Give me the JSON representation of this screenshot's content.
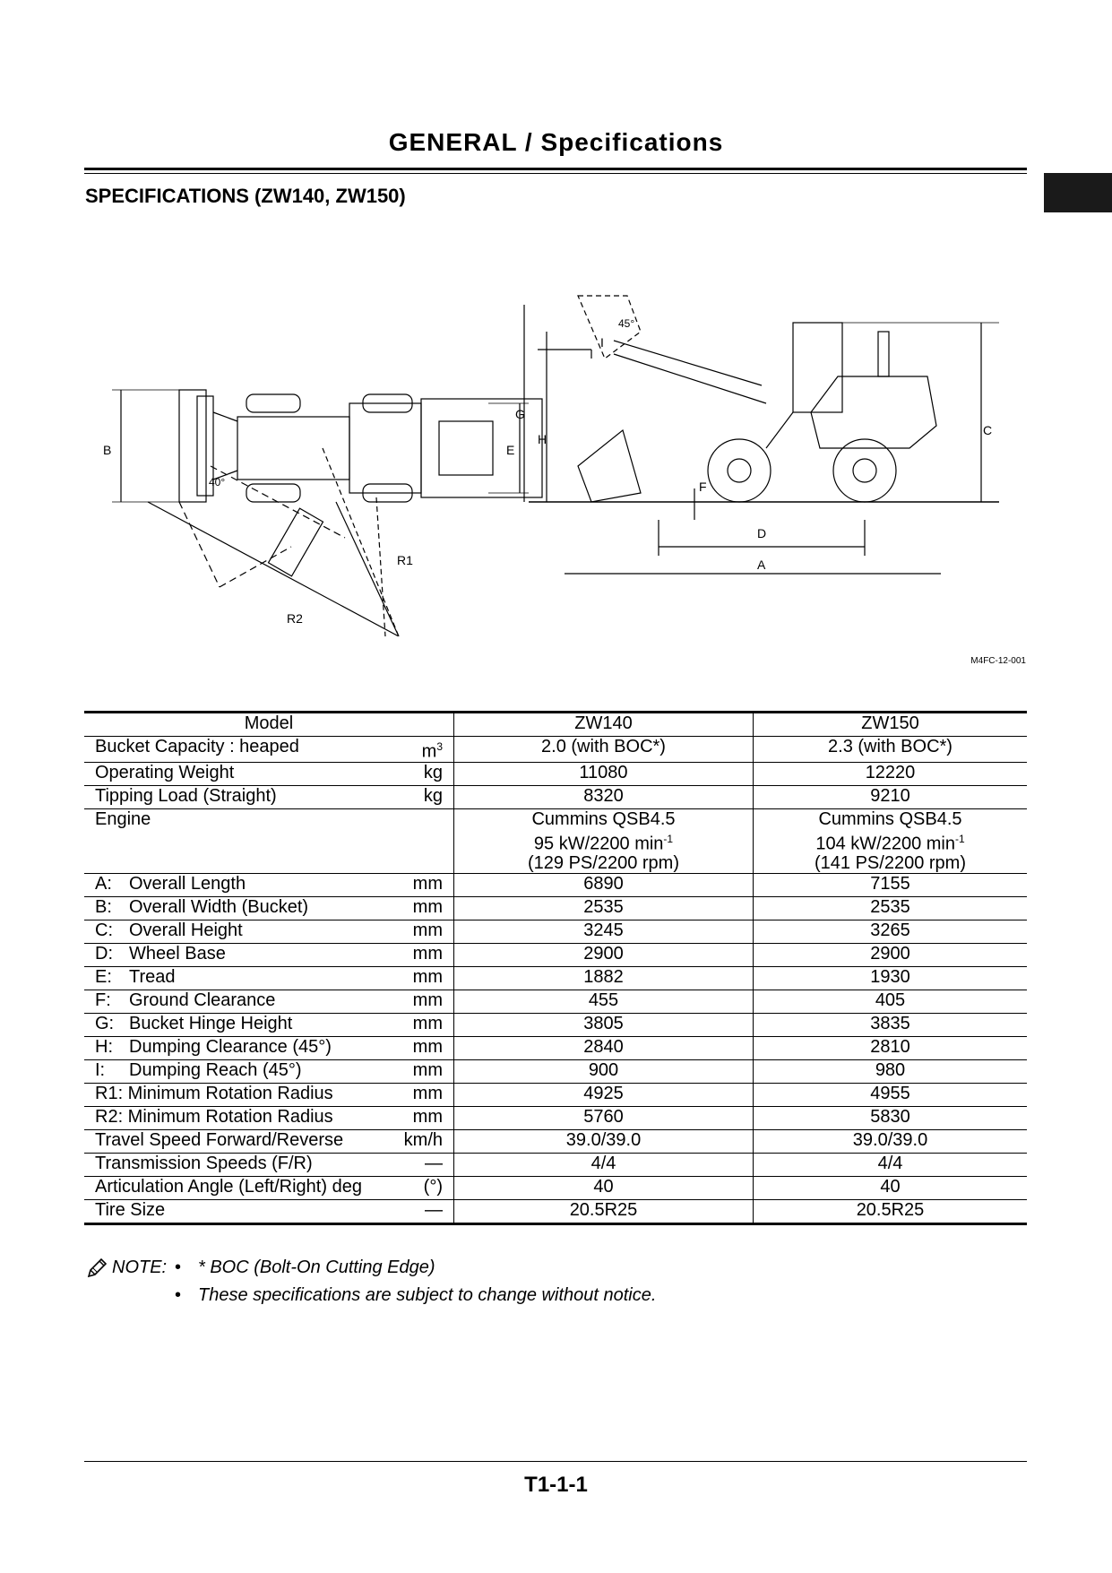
{
  "header": {
    "title": "GENERAL / Specifications"
  },
  "section_title": "SPECIFICATIONS (ZW140,  ZW150)",
  "figure": {
    "labels": {
      "A": "A",
      "B": "B",
      "C": "C",
      "D": "D",
      "E": "E",
      "F": "F",
      "G": "G",
      "H": "H",
      "I": "I",
      "R1": "R1",
      "R2": "R2",
      "angle40": "40°",
      "angle45": "45°"
    },
    "code": "M4FC-12-001"
  },
  "table": {
    "header": {
      "model": "Model",
      "col1": "ZW140",
      "col2": "ZW150"
    },
    "rows": [
      {
        "code": "",
        "label": "Bucket Capacity : heaped",
        "unit": "m",
        "unit_sup": "3",
        "v1": "2.0 (with BOC*)",
        "v2": "2.3 (with BOC*)"
      },
      {
        "code": "",
        "label": "Operating Weight",
        "unit": "kg",
        "unit_sup": "",
        "v1": "11080",
        "v2": "12220"
      },
      {
        "code": "",
        "label": "Tipping Load (Straight)",
        "unit": "kg",
        "unit_sup": "",
        "v1": "8320",
        "v2": "9210"
      },
      {
        "code": "",
        "label": "Engine",
        "unit": "",
        "unit_sup": "",
        "v1": "",
        "v2": ""
      },
      {
        "code": "A:",
        "label": "Overall Length",
        "unit": "mm",
        "unit_sup": "",
        "v1": "6890",
        "v2": "7155"
      },
      {
        "code": "B:",
        "label": "Overall Width (Bucket)",
        "unit": "mm",
        "unit_sup": "",
        "v1": "2535",
        "v2": "2535"
      },
      {
        "code": "C:",
        "label": "Overall Height",
        "unit": "mm",
        "unit_sup": "",
        "v1": "3245",
        "v2": "3265"
      },
      {
        "code": "D:",
        "label": "Wheel Base",
        "unit": "mm",
        "unit_sup": "",
        "v1": "2900",
        "v2": "2900"
      },
      {
        "code": "E:",
        "label": "Tread",
        "unit": "mm",
        "unit_sup": "",
        "v1": "1882",
        "v2": "1930"
      },
      {
        "code": "F:",
        "label": "Ground Clearance",
        "unit": "mm",
        "unit_sup": "",
        "v1": "455",
        "v2": "405"
      },
      {
        "code": "G:",
        "label": "Bucket Hinge Height",
        "unit": "mm",
        "unit_sup": "",
        "v1": "3805",
        "v2": "3835"
      },
      {
        "code": "H:",
        "label": "Dumping Clearance (45°)",
        "unit": "mm",
        "unit_sup": "",
        "v1": "2840",
        "v2": "2810"
      },
      {
        "code": "I:",
        "label": "Dumping Reach (45°)",
        "unit": "mm",
        "unit_sup": "",
        "v1": "900",
        "v2": "980"
      },
      {
        "code": "",
        "label": "R1: Minimum Rotation Radius",
        "unit": "mm",
        "unit_sup": "",
        "v1": "4925",
        "v2": "4955"
      },
      {
        "code": "",
        "label": "R2: Minimum Rotation Radius",
        "unit": "mm",
        "unit_sup": "",
        "v1": "5760",
        "v2": "5830"
      },
      {
        "code": "",
        "label": "Travel Speed Forward/Reverse",
        "unit": "km/h",
        "unit_sup": "",
        "v1": "39.0/39.0",
        "v2": "39.0/39.0"
      },
      {
        "code": "",
        "label": "Transmission Speeds (F/R)",
        "unit": "—",
        "unit_sup": "",
        "v1": "4/4",
        "v2": "4/4"
      },
      {
        "code": "",
        "label": "Articulation Angle (Left/Right) deg",
        "unit": "(°)",
        "unit_sup": "",
        "v1": "40",
        "v2": "40"
      },
      {
        "code": "",
        "label": "Tire Size",
        "unit": "—",
        "unit_sup": "",
        "v1": "20.5R25",
        "v2": "20.5R25"
      }
    ],
    "engine": {
      "col1": {
        "line1": "Cummins QSB4.5",
        "line2": "95 kW/2200 min",
        "line2_sup": "-1",
        "line3": "(129 PS/2200 rpm)"
      },
      "col2": {
        "line1": "Cummins QSB4.5",
        "line2": "104 kW/2200 min",
        "line2_sup": "-1",
        "line3": "(141 PS/2200 rpm)"
      }
    }
  },
  "note": {
    "label": "NOTE:",
    "bullet": "•",
    "items": [
      "* BOC (Bolt-On Cutting Edge)",
      "These specifications are subject to change without notice."
    ]
  },
  "footer": {
    "page_number": "T1-1-1"
  }
}
